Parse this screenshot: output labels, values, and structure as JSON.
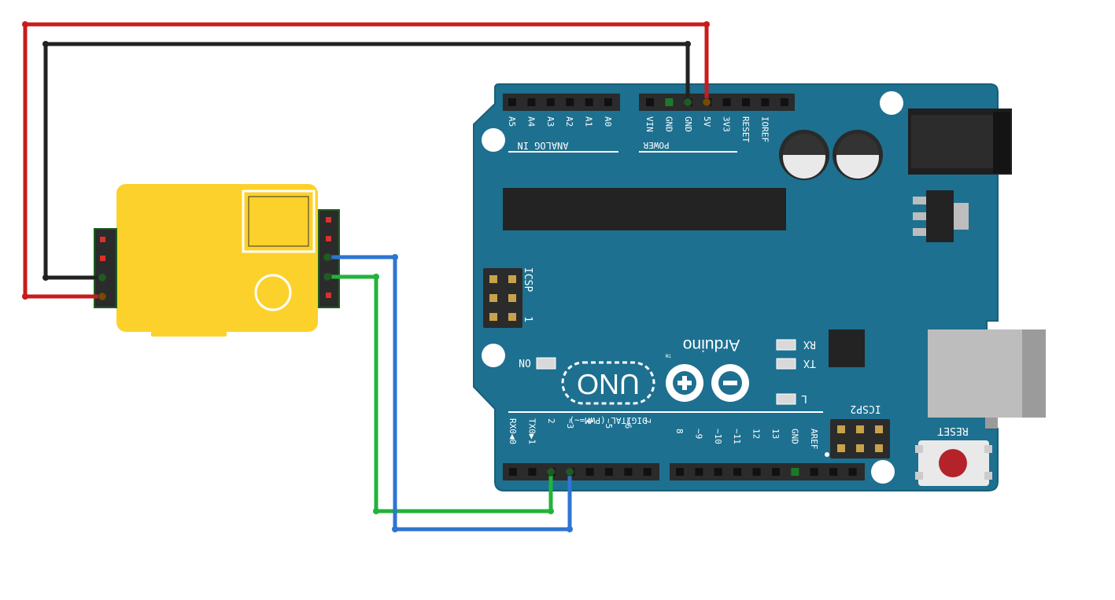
{
  "colors": {
    "board": "#1d7090",
    "board_edge": "#185f7a",
    "sensor": "#fdd12b",
    "wire_red": "#c81c1c",
    "wire_black": "#222222",
    "wire_green": "#21b33a",
    "wire_blue": "#2f75d1",
    "header": "#2b2b2b",
    "pin_hole": "#111111",
    "silkscreen": "#ffffff",
    "reset_button": "#b5232a"
  },
  "board": {
    "name": "Arduino",
    "tm": "TM",
    "model": "UNO",
    "analog_label": "ANALOG IN",
    "power_label": "POWER",
    "digital_label": "DIGITAL (PWM=~)",
    "icsp_label": "ICSP",
    "icsp_pin1": "1",
    "icsp2_label": "ICSP2",
    "reset_label": "RESET",
    "on_label": "ON",
    "rx_label": "RX",
    "tx_label": "TX",
    "l_label": "L",
    "analog_pins": [
      "A5",
      "A4",
      "A3",
      "A2",
      "A1",
      "A0"
    ],
    "power_pins": [
      "VIN",
      "GND",
      "GND",
      "5V",
      "3V3",
      "RESET",
      "IOREF"
    ],
    "digital_pins_low": [
      "RX0◀0",
      "TX0▶1",
      "2",
      "~3",
      "4",
      "~5",
      "~6",
      "7"
    ],
    "digital_pins_high": [
      "8",
      "~9",
      "~10",
      "~11",
      "12",
      "13",
      "GND",
      "AREF"
    ]
  },
  "sensor": {
    "left_header_pins": 4,
    "right_header_pins": 5
  }
}
